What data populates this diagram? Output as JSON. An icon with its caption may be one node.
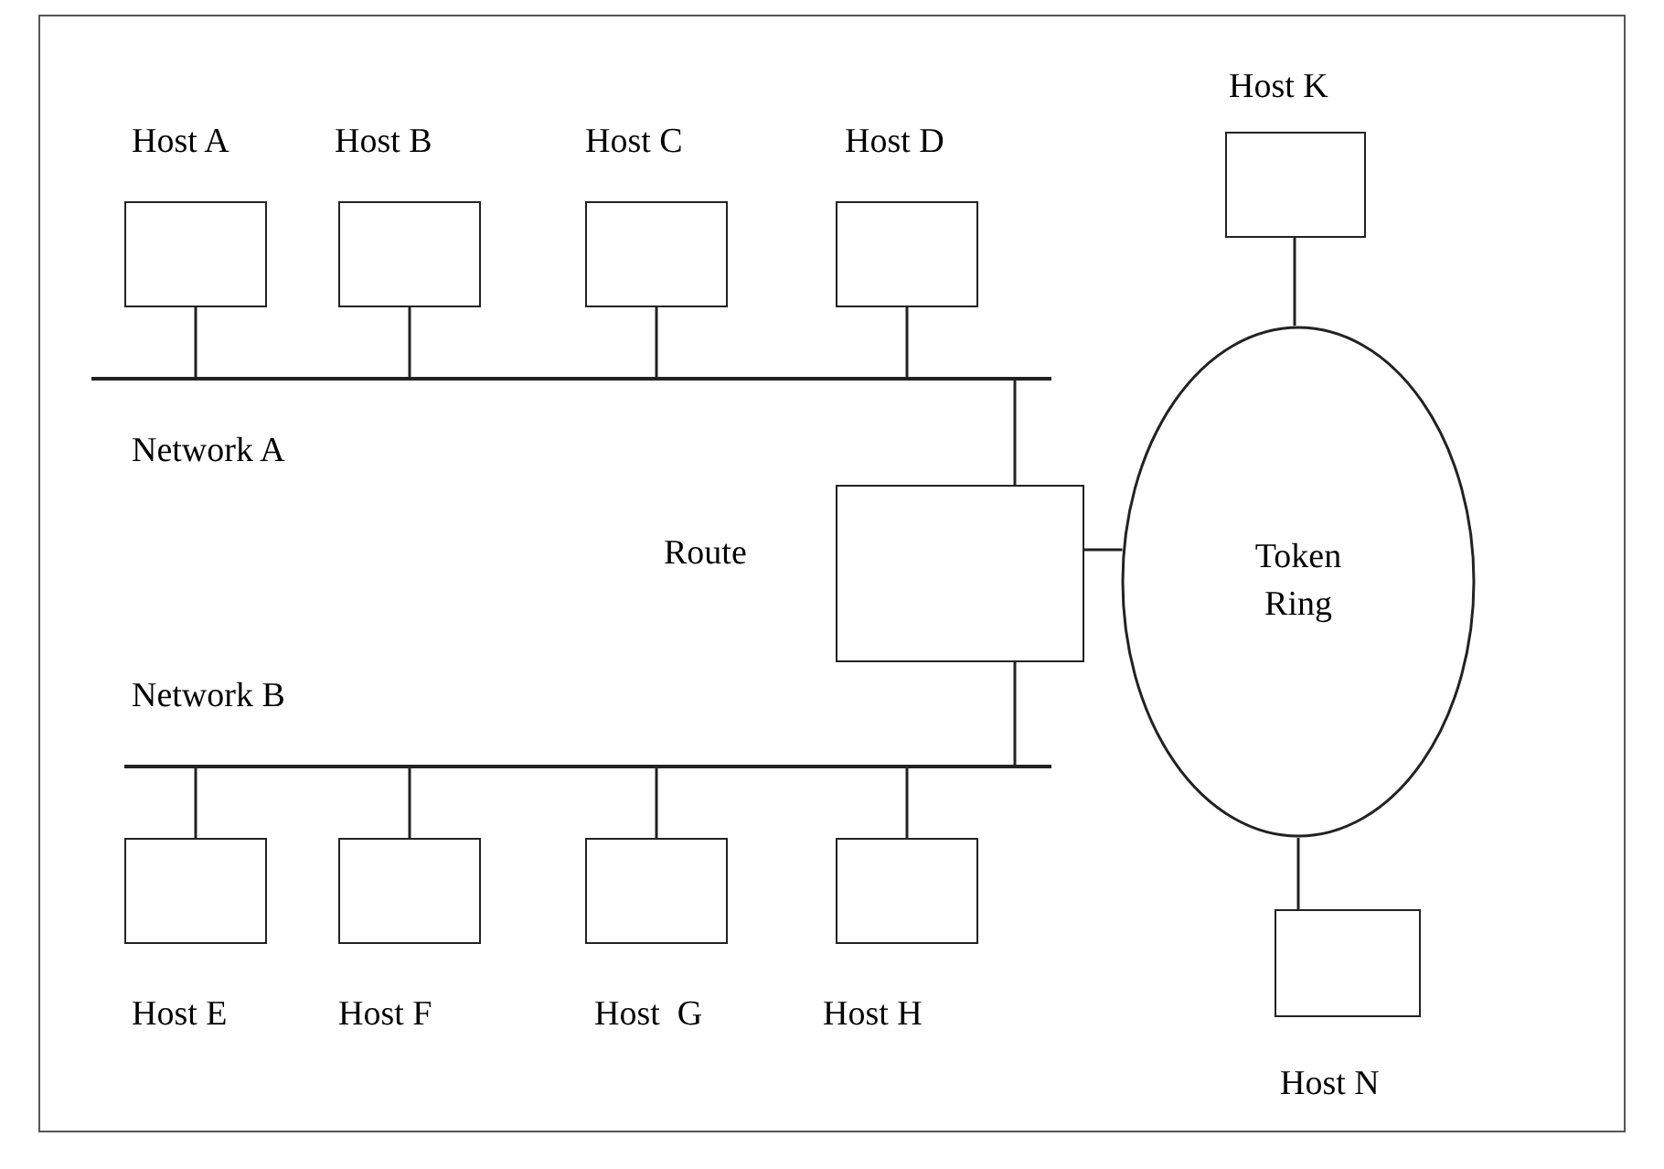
{
  "diagram": {
    "nodes": [
      {
        "text": [
          "Host A"
        ]
      },
      {
        "text": [
          "Host B"
        ]
      },
      {
        "text": [
          "Host C"
        ]
      },
      {
        "text": [
          "Host D"
        ]
      },
      {
        "text": [
          "Network A"
        ]
      },
      {
        "text": [
          "Route"
        ]
      },
      {
        "text": [
          "Token Ring"
        ]
      },
      {
        "text": [
          "Host K"
        ]
      },
      {
        "text": [
          "Network B"
        ]
      },
      {
        "text": [
          "Host E"
        ]
      },
      {
        "text": [
          "Host F"
        ]
      },
      {
        "text": [
          "Host  G"
        ]
      },
      {
        "text": [
          "Host H"
        ]
      },
      {
        "text": [
          "Host N"
        ]
      }
    ],
    "edges": [
      {
        "from": 0,
        "to": 4,
        "arrow": "none"
      },
      {
        "from": 1,
        "to": 4,
        "arrow": "none"
      },
      {
        "from": 2,
        "to": 4,
        "arrow": "none"
      },
      {
        "from": 3,
        "to": 4,
        "arrow": "none"
      },
      {
        "from": 4,
        "to": 5,
        "arrow": "none"
      },
      {
        "from": 5,
        "to": 8,
        "arrow": "none"
      },
      {
        "from": 5,
        "to": 6,
        "arrow": "none"
      },
      {
        "from": 7,
        "to": 6,
        "arrow": "none"
      },
      {
        "from": 9,
        "to": 8,
        "arrow": "none"
      },
      {
        "from": 10,
        "to": 8,
        "arrow": "none"
      },
      {
        "from": 11,
        "to": 8,
        "arrow": "none"
      },
      {
        "from": 12,
        "to": 8,
        "arrow": "none"
      },
      {
        "from": 6,
        "to": 13,
        "arrow": "none"
      }
    ]
  }
}
